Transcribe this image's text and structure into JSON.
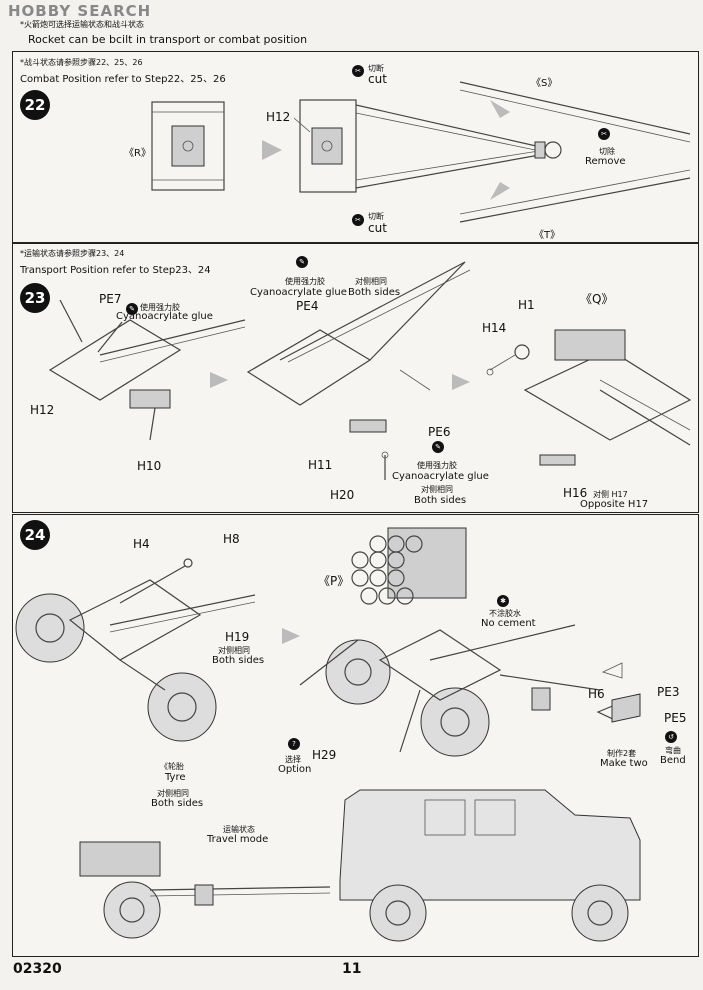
{
  "watermark": {
    "text": "HOBBY SEARCH"
  },
  "header": {
    "cn": "*火箭炮可选择运输状态和战斗状态",
    "en": "Rocket can be bcilt in transport or combat position"
  },
  "step22": {
    "number": "22",
    "note_cn": "*战斗状态请参照步骤22、25、26",
    "note_en": "Combat Position refer to Step22、25、26",
    "cut1_cn": "切断",
    "cut1_en": "cut",
    "cut2_cn": "切断",
    "cut2_en": "cut",
    "remove_cn": "切除",
    "remove_en": "Remove",
    "h12": "H12",
    "r": "《R》",
    "s": "《S》",
    "t": "《T》"
  },
  "step23": {
    "number": "23",
    "note_cn": "*运输状态请参照步骤23、24",
    "note_en": "Transport Position refer to Step23、24",
    "pe7": "PE7",
    "glue1_cn": "使用强力胶",
    "glue1_en": "Cyanoacrylate glue",
    "glue2_cn": "使用强力胶",
    "glue2_en": "Cyanoacrylate glue",
    "both1_cn": "对侧相同",
    "both1_en": "Both sides",
    "pe4": "PE4",
    "pe6": "PE6",
    "glue3_cn": "使用强力胶",
    "glue3_en": "Cyanoacrylate glue",
    "both2_cn": "对侧相同",
    "both2_en": "Both sides",
    "h12": "H12",
    "h10": "H10",
    "h11": "H11",
    "h20": "H20",
    "h1": "H1",
    "h14": "H14",
    "q": "《Q》",
    "h16": "H16",
    "h16_cn": "对侧 H17",
    "h16_en": "Opposite H17"
  },
  "step24": {
    "number": "24",
    "h4": "H4",
    "h8": "H8",
    "h19": "H19",
    "both_cn": "对侧相同",
    "both_en": "Both sides",
    "tyre_cn": "《轮胎",
    "tyre_en": "Tyre",
    "tyre_both_cn": "对侧相同",
    "tyre_both_en": "Both sides",
    "p": "《P》",
    "nocement_cn": "不涂胶水",
    "nocement_en": "No cement",
    "h29": "H29",
    "option_cn": "选择",
    "option_en": "Option",
    "h6": "H6",
    "pe3": "PE3",
    "pe5": "PE5",
    "maketwo_cn": "制作2套",
    "maketwo_en": "Make two",
    "bend_cn": "弯曲",
    "bend_en": "Bend",
    "travel_cn": "运输状态",
    "travel_en": "Travel mode"
  },
  "footer": {
    "code": "02320",
    "page": "11"
  }
}
